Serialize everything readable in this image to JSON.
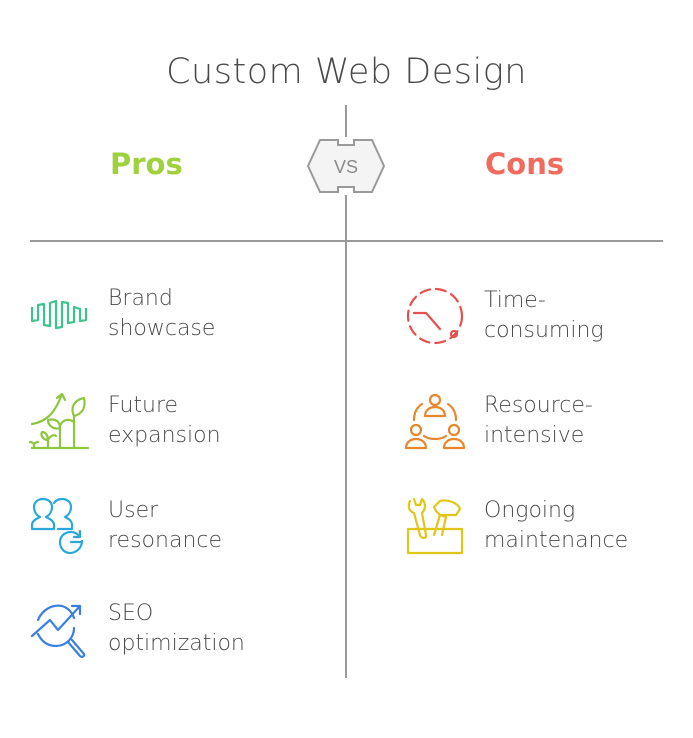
{
  "title": "Custom Web Design",
  "vs_label": "VS",
  "pros": {
    "heading": "Pros",
    "color": "#9fd13c",
    "items": [
      {
        "line1": "Brand",
        "line2": "showcase",
        "icon": "bar-wave-icon",
        "color": "#3cc48c"
      },
      {
        "line1": "Future",
        "line2": "expansion",
        "icon": "growing-plants-icon",
        "color": "#8dc63f"
      },
      {
        "line1": "User",
        "line2": "resonance",
        "icon": "users-refresh-icon",
        "color": "#29a8dc"
      },
      {
        "line1": "SEO",
        "line2": "optimization",
        "icon": "search-trend-icon",
        "color": "#3a7fe0"
      }
    ]
  },
  "cons": {
    "heading": "Cons",
    "color": "#f06a5e",
    "items": [
      {
        "line1": "Time-",
        "line2": "consuming",
        "icon": "clock-dashed-icon",
        "color": "#e5504f"
      },
      {
        "line1": "Resource-",
        "line2": "intensive",
        "icon": "team-network-icon",
        "color": "#e8862b"
      },
      {
        "line1": "Ongoing",
        "line2": "maintenance",
        "icon": "toolbox-icon",
        "color": "#e2c617"
      }
    ]
  }
}
